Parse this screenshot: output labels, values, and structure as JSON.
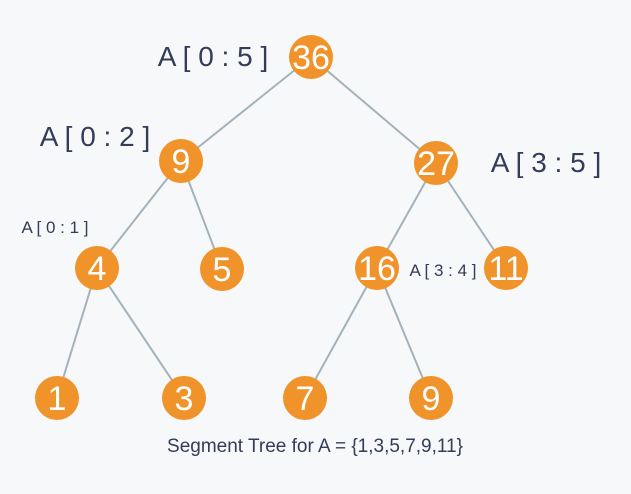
{
  "diagram": {
    "caption": "Segment Tree for A = {1,3,5,7,9,11}",
    "nodes": [
      {
        "value": "36",
        "range_label": "A [ 0 : 5 ]"
      },
      {
        "value": "9",
        "range_label": "A [ 0 : 2 ]"
      },
      {
        "value": "27",
        "range_label": "A [ 3 : 5 ]"
      },
      {
        "value": "4",
        "range_label": "A [ 0 : 1 ]"
      },
      {
        "value": "5"
      },
      {
        "value": "16",
        "range_label": "A [ 3 : 4 ]"
      },
      {
        "value": "11"
      },
      {
        "value": "1"
      },
      {
        "value": "3"
      },
      {
        "value": "7"
      },
      {
        "value": "9"
      }
    ],
    "colors": {
      "node_fill": "#F0932B",
      "node_text": "#FFFFFF",
      "edge": "#A4B2BA",
      "label_text": "#333C58",
      "background": "#F7F8FA"
    }
  }
}
